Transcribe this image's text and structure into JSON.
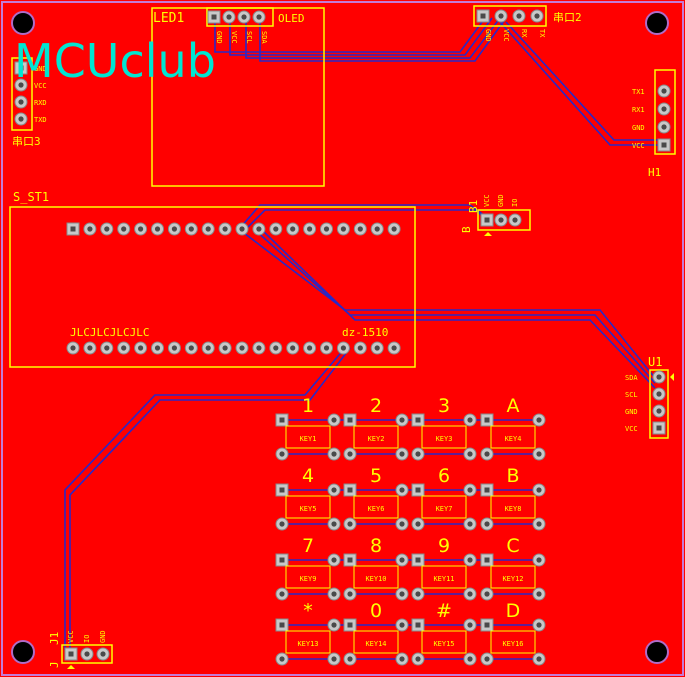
{
  "board": {
    "logo": "MCUclub",
    "colors": {
      "copper": "#ff0000",
      "silk": "#ffff00",
      "trace": "#2222cc",
      "outline": "#c0c0ff",
      "logo": "#00e6d2",
      "pad": "#c8c8c8"
    },
    "led": {
      "ref": "LED1",
      "label": "OLED",
      "pins": [
        "GND",
        "VCC",
        "SCL",
        "SDA"
      ]
    },
    "serial2": {
      "ref": "串口2",
      "pins": [
        "GND",
        "VCC",
        "RX",
        "TX"
      ]
    },
    "serial3": {
      "ref": "串口3",
      "pins": [
        "GND",
        "VCC",
        "RXD",
        "TXD"
      ]
    },
    "h1": {
      "ref": "H1",
      "pins": [
        "TX1",
        "RX1",
        "GND",
        "VCC"
      ]
    },
    "b1": {
      "ref": "B1",
      "labelB": "B",
      "pins": [
        "VCC",
        "GND",
        "IO"
      ]
    },
    "mcu": {
      "ref": "S_ST1",
      "bottom_left": "JLCJLCJLCJLC",
      "bottom_right": "dz-1510"
    },
    "u1": {
      "ref": "U1",
      "pins": [
        "SDA",
        "SCL",
        "GND",
        "VCC"
      ]
    },
    "j1": {
      "ref": "J1",
      "labelJ": "J",
      "pins": [
        "VCC",
        "IO",
        "GND"
      ]
    },
    "keypad": {
      "columns": [
        "1",
        "2",
        "3",
        "A",
        "4",
        "5",
        "6",
        "B",
        "7",
        "8",
        "9",
        "C",
        "*",
        "0",
        "#",
        "D"
      ],
      "keys": [
        "KEY1",
        "KEY2",
        "KEY3",
        "KEY4",
        "KEY5",
        "KEY6",
        "KEY7",
        "KEY8",
        "KEY9",
        "KEY10",
        "KEY11",
        "KEY12",
        "KEY13",
        "KEY14",
        "KEY15",
        "KEY16"
      ]
    }
  }
}
